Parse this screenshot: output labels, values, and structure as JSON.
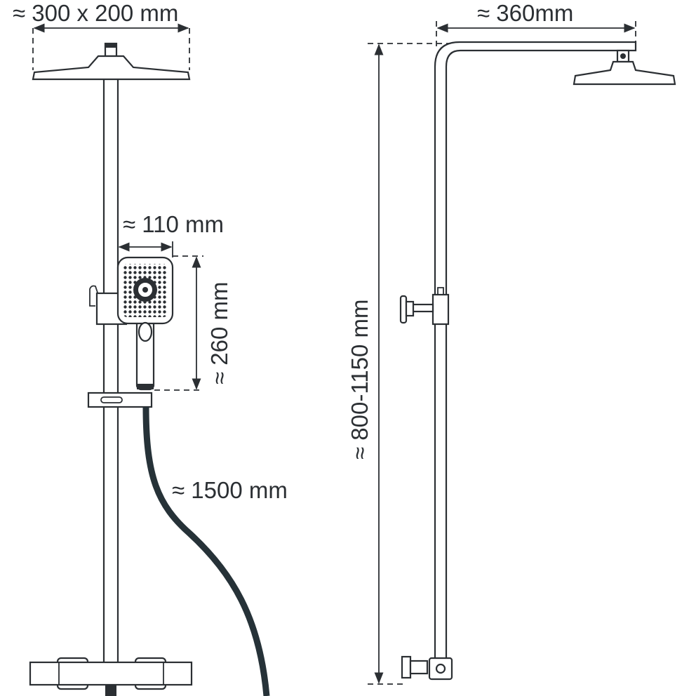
{
  "dimensions": {
    "rain_head_size": "≈ 300 x 200 mm",
    "hand_shower_width": "≈ 110 mm",
    "hand_shower_length": "≈ 260 mm",
    "hose_length": "≈ 1500 mm",
    "height_range": "≈ 800-1150 mm",
    "arm_reach": "≈ 360mm"
  },
  "colors": {
    "line": "#2b2f33",
    "hose": "#263238"
  }
}
